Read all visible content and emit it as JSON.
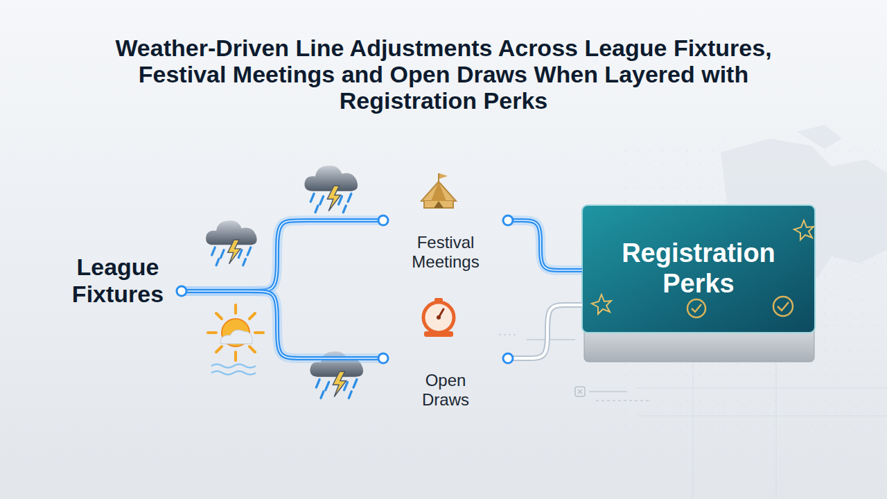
{
  "diagram": {
    "title": "Weather-Driven Line Adjustments Across League Fixtures, Festival Meetings and Open Draws When Layered with Registration Perks",
    "nodes": [
      {
        "text": [
          "League Fixtures"
        ]
      },
      {
        "text": [
          "Festival Meetings"
        ]
      },
      {
        "text": [
          "Open Draws"
        ]
      },
      {
        "text": [
          "Registration Perks"
        ]
      }
    ],
    "edges": [
      {
        "from": 0,
        "to": 1,
        "arrow": "none"
      },
      {
        "from": 0,
        "to": 2,
        "arrow": "none"
      },
      {
        "from": 1,
        "to": 3,
        "arrow": "none"
      },
      {
        "from": 2,
        "to": 3,
        "arrow": "none"
      }
    ]
  }
}
